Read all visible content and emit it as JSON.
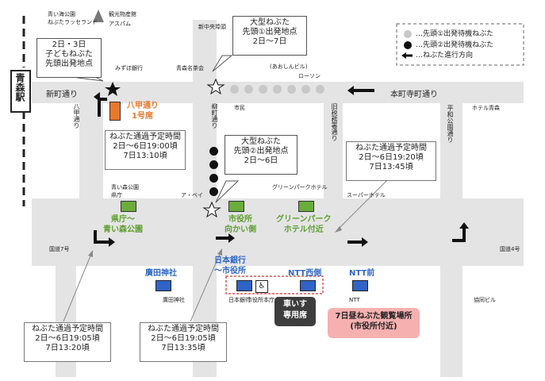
{
  "station": {
    "label": "青森駅"
  },
  "legend": {
    "item1": "…先頭①出発待機ねぶた",
    "item2": "…先頭②出発待機ねぶた",
    "item3": "…ねぶた進行方向"
  },
  "callouts": {
    "large1": [
      "大型ねぶた",
      "先頭①出発地点",
      "2日～7日"
    ],
    "kids": [
      "2日・3日",
      "子どもねぶた",
      "先頭出発地点"
    ],
    "large2": [
      "大型ねぶた",
      "先頭②出発地点",
      "2日～6日"
    ]
  },
  "schedules": {
    "hakkoda": [
      "ねぶた通過予定時間",
      "2日～6日19:00頃",
      "7日13:10頃"
    ],
    "east": [
      "ねぶた通過予定時間",
      "2日～6日19:20頃",
      "7日13:45頃"
    ],
    "zenta": [
      "ねぶた通過予定時間",
      "2日～6日19:05頃",
      "7日13:20頃"
    ],
    "nichigin": [
      "ねぶた通過予定時間",
      "2日～6日19:05頃",
      "7日13:35頃"
    ]
  },
  "streets": {
    "shinmachi": "新町通り",
    "honcho": "本町寺町通り",
    "hakkoda_st": "八甲通り",
    "yanagimachi": "柳町通り",
    "kyuzeimusho": "旧税務署通り",
    "heiwakoen": "平和公園通り",
    "route7": "国道7号",
    "route4": "国道4号",
    "shinchuo": "新中央埠頭"
  },
  "places": {
    "aoumi": "青い海公園",
    "rasseland": "ねぶたラッセランド",
    "kanko": "観光物産館",
    "aspam": "アスパム",
    "mizuho": "みずほ銀行",
    "aomorimeichakai": "青森名茶会",
    "aoshin": "(あおしんビル)",
    "lawson": "ローソン",
    "aoyama": "市民",
    "hotel_aomori": "ホテル青森",
    "aoimori_koen": "青い森公園",
    "kencho": "県庁",
    "abei": "ア・ベイ",
    "greenpark_hotel": "グリーンパークホテル",
    "super_hotel": "スーパーホテル",
    "zenta_shrine": "廣田神社",
    "nichigin_bank": "日本銀行",
    "shiyakusho_honcho": "市役所本庁舎",
    "ntt": "NTT",
    "kyodo": "協同ビル"
  },
  "seats": {
    "hakkoda1": [
      "八甲通り",
      "1号席"
    ],
    "kencho": [
      "県庁～",
      "青い森公園"
    ],
    "shiyakusho": [
      "市役所",
      "向かい側"
    ],
    "greenpark": [
      "グリーンパーク",
      "ホテル付近"
    ],
    "zenta": "廣田神社",
    "nichigin": [
      "日本銀行",
      "～市役所"
    ],
    "ntt_west": "NTT西側",
    "ntt_mae": "NTT前"
  },
  "wheelchair": [
    "車いす",
    "専用席"
  ],
  "day7": [
    "7日昼ねぶた観覧場所",
    "(市役所付近)"
  ],
  "colors": {
    "green": "#6aad3b",
    "blue": "#2f63c6",
    "orange": "#e9782a",
    "pink": "#f28a8a"
  }
}
